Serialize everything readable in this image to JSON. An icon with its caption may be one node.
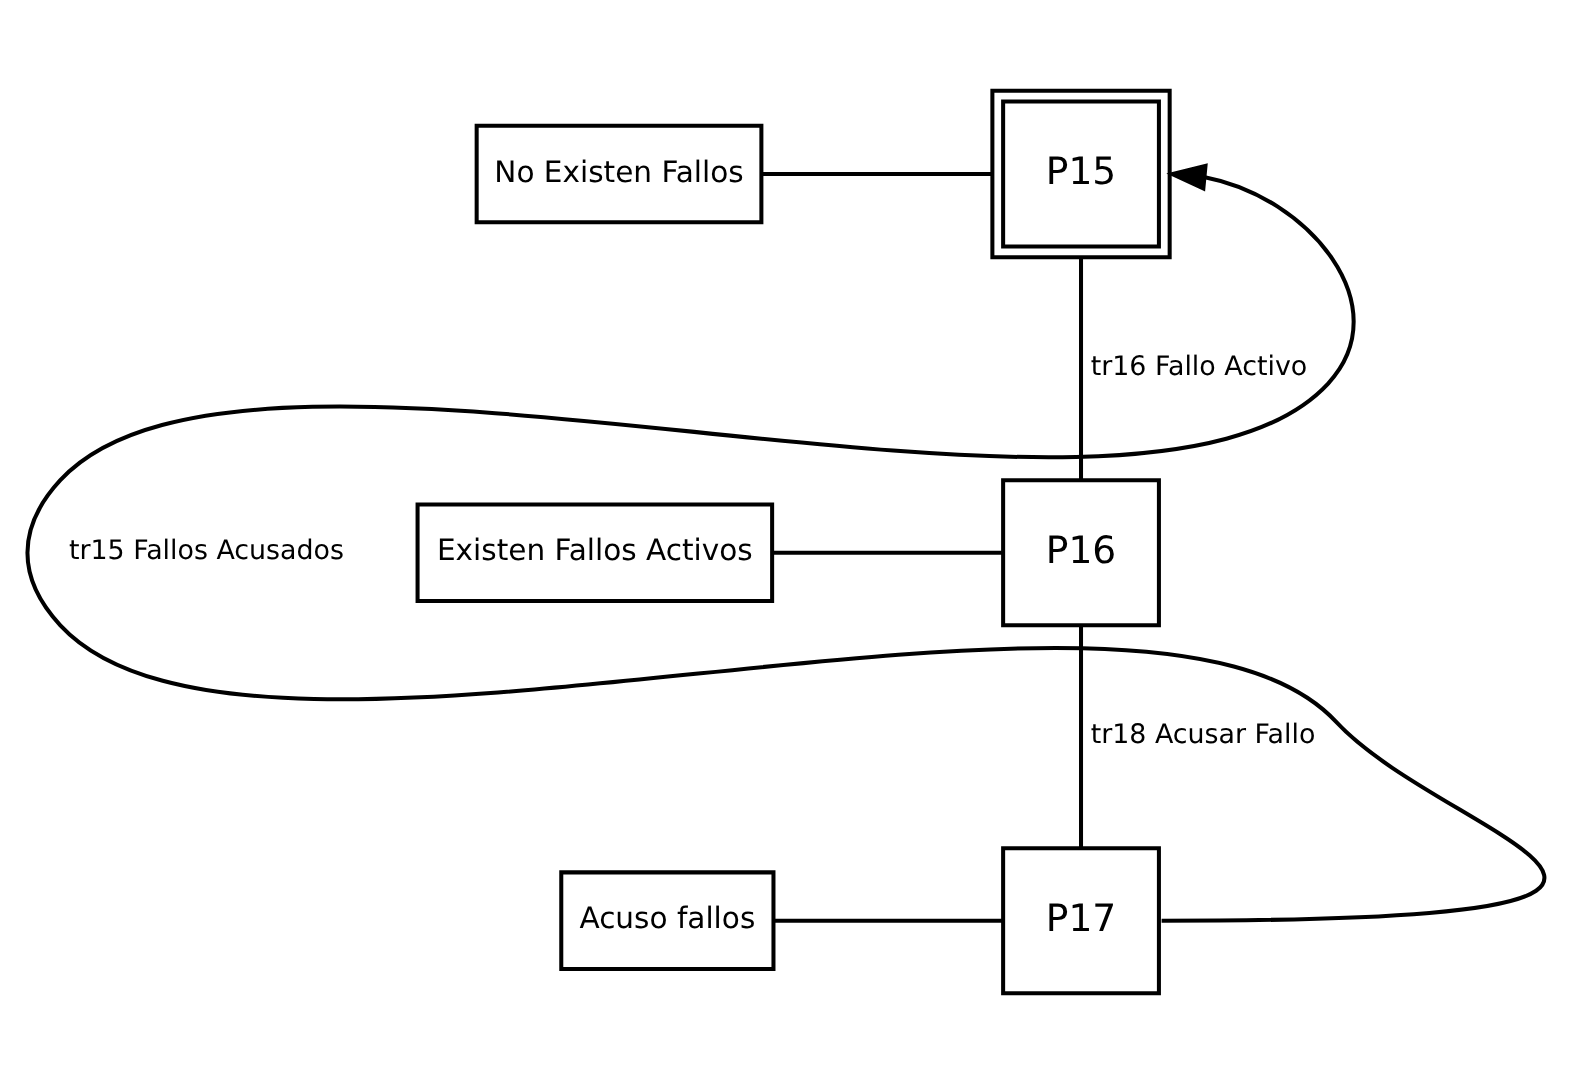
{
  "diagram": {
    "nodes": [
      {
        "text": [
          "No Existen Fallos"
        ]
      },
      {
        "text": [
          "P15"
        ]
      },
      {
        "text": [
          "Existen Fallos Activos"
        ]
      },
      {
        "text": [
          "P16"
        ]
      },
      {
        "text": [
          "Acuso fallos"
        ]
      },
      {
        "text": [
          "P17"
        ]
      }
    ],
    "edges": [
      {
        "from": 0,
        "to": 1,
        "arrow": "none"
      },
      {
        "from": 1,
        "to": 3,
        "arrow": "none",
        "label": "tr16 Fallo Activo"
      },
      {
        "from": 2,
        "to": 3,
        "arrow": "none"
      },
      {
        "from": 3,
        "to": 5,
        "arrow": "none",
        "label": "tr18 Acusar Fallo"
      },
      {
        "from": 4,
        "to": 5,
        "arrow": "none"
      },
      {
        "from": 5,
        "to": 1,
        "arrow": "to",
        "label": "tr15 Fallos Acusados"
      }
    ]
  }
}
